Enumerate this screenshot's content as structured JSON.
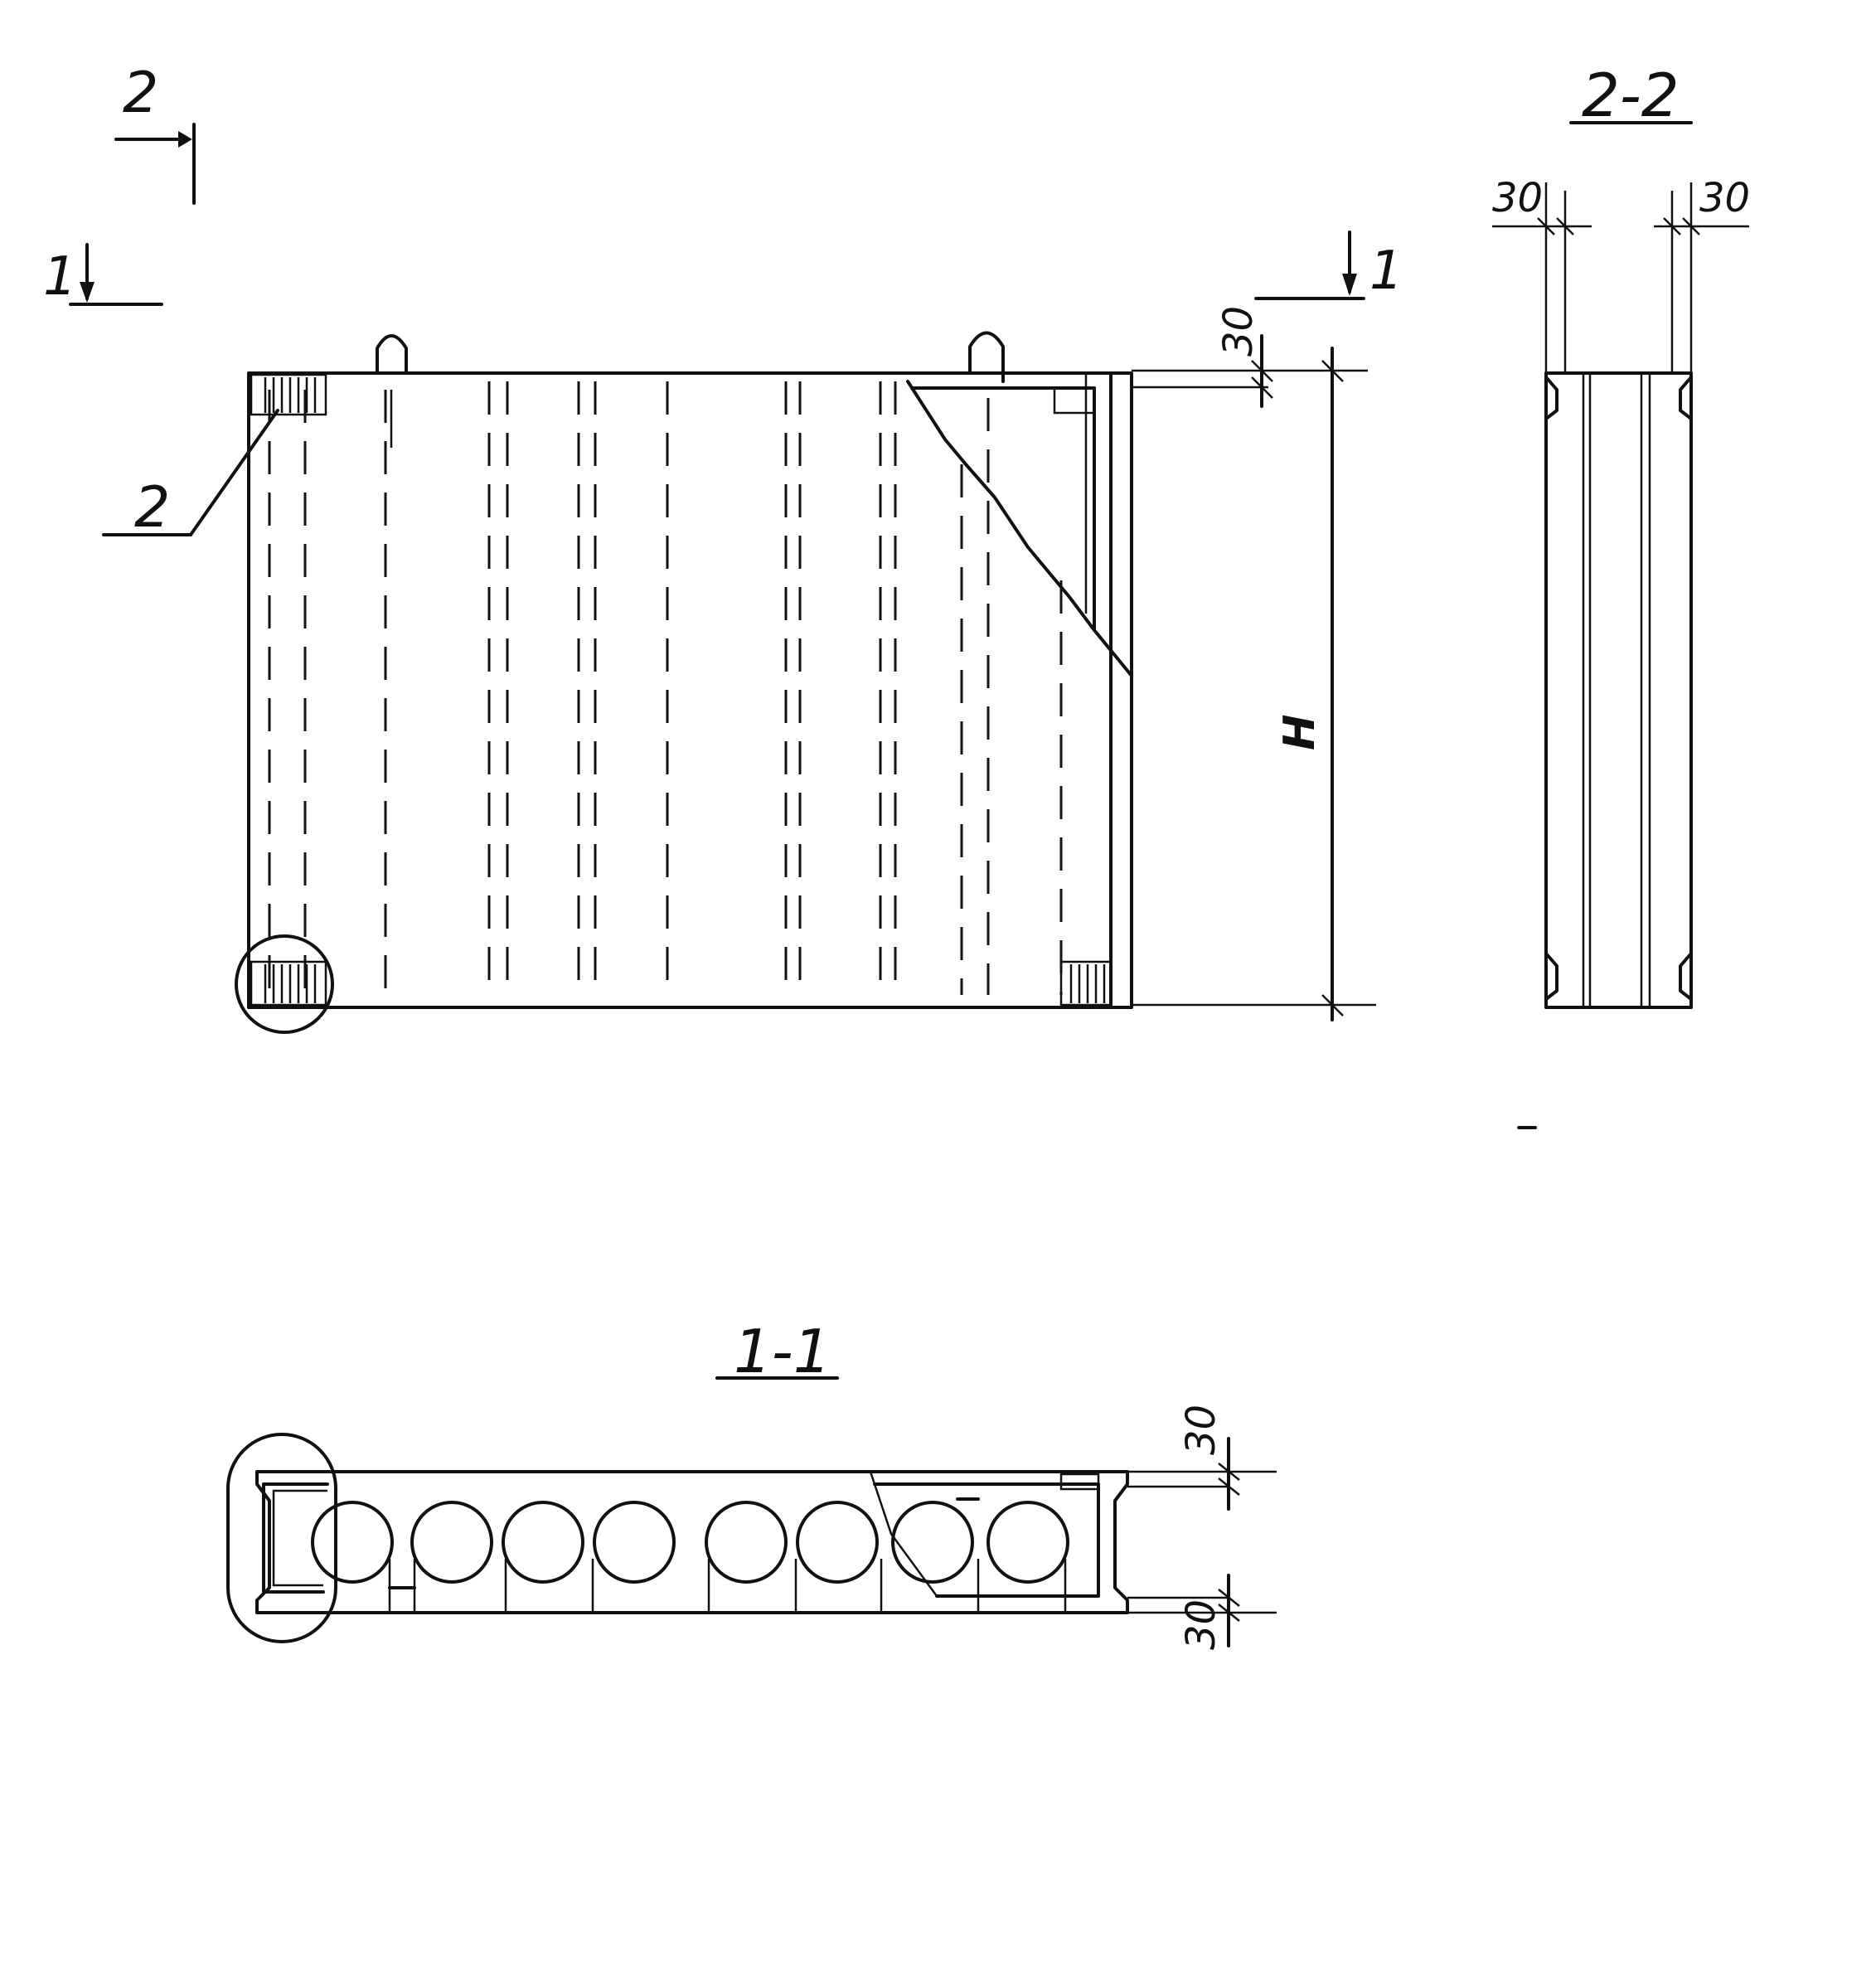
{
  "plan": {
    "cut_2_label": "2",
    "cut_1_left_label": "1",
    "cut_1_right_label": "1",
    "callout_label": "2",
    "dim_top": "30",
    "dim_height": "Н"
  },
  "section_2_2": {
    "title": "2-2",
    "dim_left": "30",
    "dim_right": "30"
  },
  "section_1_1": {
    "title": "1-1",
    "dim_top": "30",
    "dim_bottom": "30"
  }
}
